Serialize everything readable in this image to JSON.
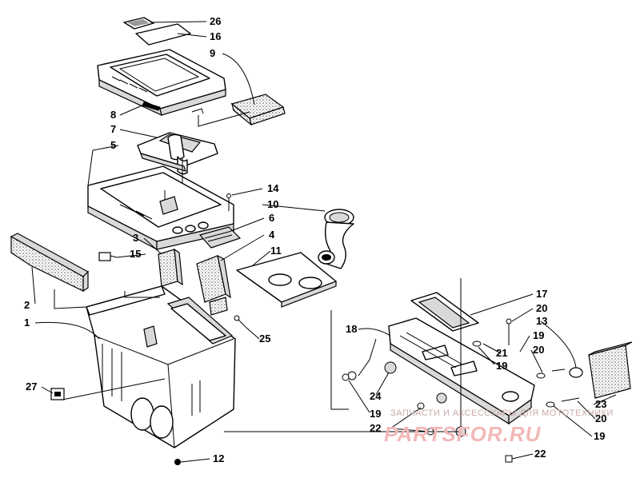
{
  "diagram": {
    "callouts": [
      {
        "id": "c26",
        "text": "26"
      },
      {
        "id": "c16",
        "text": "16"
      },
      {
        "id": "c9",
        "text": "9"
      },
      {
        "id": "c8",
        "text": "8"
      },
      {
        "id": "c7",
        "text": "7"
      },
      {
        "id": "c5",
        "text": "5"
      },
      {
        "id": "c14",
        "text": "14"
      },
      {
        "id": "c10",
        "text": "10"
      },
      {
        "id": "c6",
        "text": "6"
      },
      {
        "id": "c3",
        "text": "3"
      },
      {
        "id": "c4",
        "text": "4"
      },
      {
        "id": "c15",
        "text": "15"
      },
      {
        "id": "c11",
        "text": "11"
      },
      {
        "id": "c2",
        "text": "2"
      },
      {
        "id": "c1",
        "text": "1"
      },
      {
        "id": "c25",
        "text": "25"
      },
      {
        "id": "c27",
        "text": "27"
      },
      {
        "id": "c12",
        "text": "12"
      },
      {
        "id": "c17",
        "text": "17"
      },
      {
        "id": "c20a",
        "text": "20"
      },
      {
        "id": "c13",
        "text": "13"
      },
      {
        "id": "c18",
        "text": "18"
      },
      {
        "id": "c19a",
        "text": "19"
      },
      {
        "id": "c21",
        "text": "21"
      },
      {
        "id": "c20b",
        "text": "20"
      },
      {
        "id": "c19b",
        "text": "19"
      },
      {
        "id": "c24",
        "text": "24"
      },
      {
        "id": "c19c",
        "text": "19"
      },
      {
        "id": "c23",
        "text": "23"
      },
      {
        "id": "c20c",
        "text": "20"
      },
      {
        "id": "c22a",
        "text": "22"
      },
      {
        "id": "c19d",
        "text": "19"
      },
      {
        "id": "c22b",
        "text": "22"
      }
    ]
  },
  "watermark": {
    "tagline": "ЗАПЧАСТИ И АКСЕССУАРЫ ДЛЯ МОТОТЕХНИКИ",
    "brand": "PARTSFOR.RU"
  }
}
